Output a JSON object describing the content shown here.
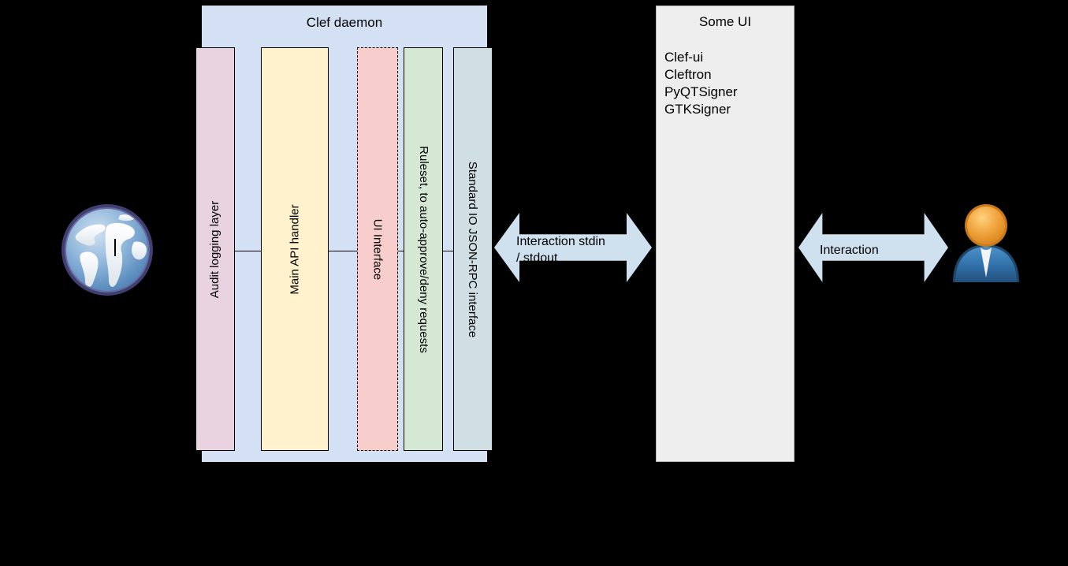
{
  "diagram": {
    "clef": {
      "title": "Clef daemon",
      "lanes": [
        {
          "name": "audit-logging-layer",
          "label": "Audit logging layer",
          "color": "#e9d3e1",
          "direction": "up"
        },
        {
          "name": "main-api-handler",
          "label": "Main API handler",
          "color": "#fff2cc",
          "direction": "up"
        },
        {
          "name": "ui-interface",
          "label": "UI Interface",
          "color": "#f8cecc",
          "direction": "down",
          "border": "dashed"
        },
        {
          "name": "ruleset",
          "label": "Ruleset, to auto-approve/deny requests",
          "color": "#d5e8d4",
          "direction": "down"
        },
        {
          "name": "standard-io-json-rpc",
          "label": "Standard IO JSON-RPC interface",
          "color": "#d0dfe3",
          "direction": "down"
        }
      ],
      "container_color": "#d4e1f5"
    },
    "some_ui": {
      "title": "Some UI",
      "items": [
        "Clef-ui",
        "Cleftron",
        "PyQTSigner",
        "GTKSigner"
      ],
      "panel_color": "#eeeeee"
    },
    "arrows": [
      {
        "name": "stdio-arrow",
        "label": "Interaction stdin\n/ stdout",
        "color": "#cfe0ef"
      },
      {
        "name": "interaction-arrow",
        "label": "Interaction",
        "color": "#cfe0ef"
      }
    ],
    "icons": [
      {
        "name": "globe-icon",
        "label": "globe-icon"
      },
      {
        "name": "user-icon",
        "label": "user-icon"
      }
    ]
  }
}
